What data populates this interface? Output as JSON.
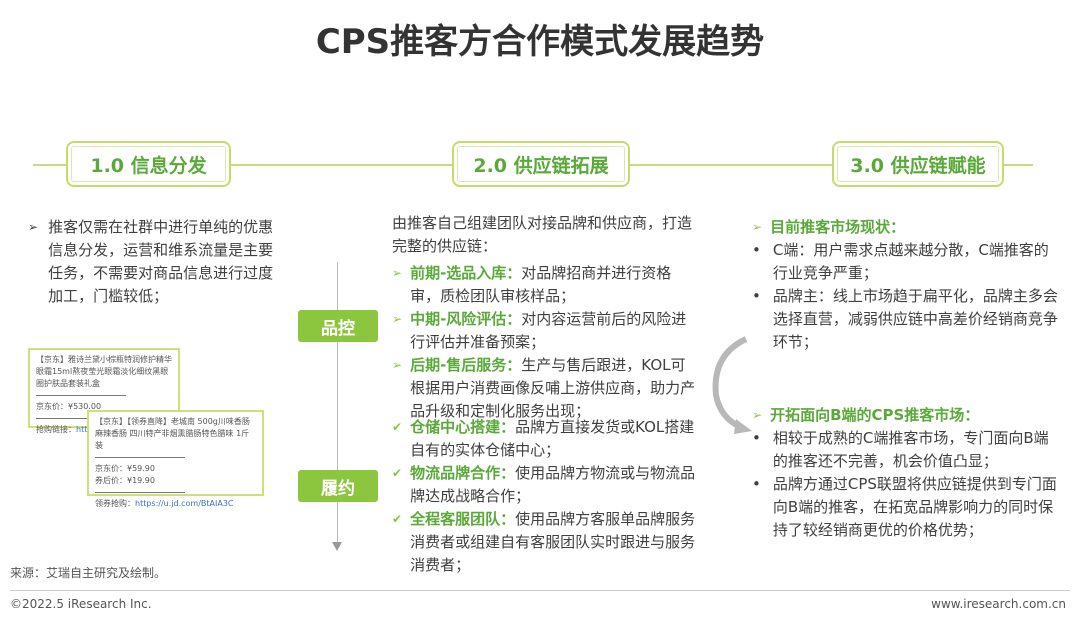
{
  "title": "CPS推客方合作模式发展趋势",
  "stages": [
    "1.0 信息分发",
    "2.0  供应链拓展",
    "3.0  供应链赋能"
  ],
  "col1": {
    "text": "推客仅需在社群中进行单纯的优惠信息分发，运营和维系流量是主要任务，不需要对商品信息进行过度加工，门槛较低；",
    "card1": {
      "title": "【京东】雅诗兰黛小棕瓶特润修护精华眼霜15ml熬夜莹光眼霜淡化细纹黑眼圈护肤品套装礼盒",
      "price": "京东价：¥530.00",
      "link_label": "抢购链接：",
      "link": "htt"
    },
    "card2": {
      "title": "【京东】【领券直降】老城南 500g川味香肠麻辣香肠 四川特产非烟熏腊肠特色腊味 1斤装",
      "price": "京东价：¥59.90",
      "coupon_price": "券后价：¥19.90",
      "link_label": "领券抢购：",
      "link": "https://u.jd.com/BtAIA3C"
    }
  },
  "col2": {
    "intro": "由推客自己组建团队对接品牌和供应商，打造完整的供应链：",
    "tag1": "品控",
    "tag2": "履约",
    "group1": [
      {
        "head": "前期-选品入库：",
        "body": "对品牌招商并进行资格审，质检团队审核样品；"
      },
      {
        "head": "中期-风险评估：",
        "body": "对内容运营前后的风险进行评估并准备预案；"
      },
      {
        "head": "后期-售后服务：",
        "body": "生产与售后跟进，KOL可根据用户消费画像反哺上游供应商，助力产品升级和定制化服务出现；"
      }
    ],
    "group2": [
      {
        "head": "仓储中心搭建：",
        "body": "品牌方直接发货或KOL搭建自有的实体仓储中心；"
      },
      {
        "head": "物流品牌合作：",
        "body": "使用品牌方物流或与物流品牌达成战略合作；"
      },
      {
        "head": "全程客服团队：",
        "body": "使用品牌方客服单品牌服务消费者或组建自有客服团队实时跟进与服务消费者；"
      }
    ]
  },
  "col3": {
    "head1": "目前推客市场现状：",
    "bullets1": [
      "C端：用户需求点越来越分散，C端推客的行业竞争严重；",
      "品牌主：线上市场趋于扁平化，品牌主多会选择直营，减弱供应链中高差价经销商竞争环节；"
    ],
    "head2": "开拓面向B端的CPS推客市场：",
    "bullets2": [
      "相较于成熟的C端推客市场，专门面向B端的推客还不完善，机会价值凸显；",
      "品牌方通过CPS联盟将供应链提供到专门面向B端的推客，在拓宽品牌影响力的同时保持了较经销商更优的价格优势；"
    ]
  },
  "source": "来源：艾瑞自主研究及绘制。",
  "copyright": "©2022.5 iResearch Inc.",
  "website": "www.iresearch.com.cn",
  "colors": {
    "green": "#5aa93a",
    "lime": "#8cc63f"
  }
}
